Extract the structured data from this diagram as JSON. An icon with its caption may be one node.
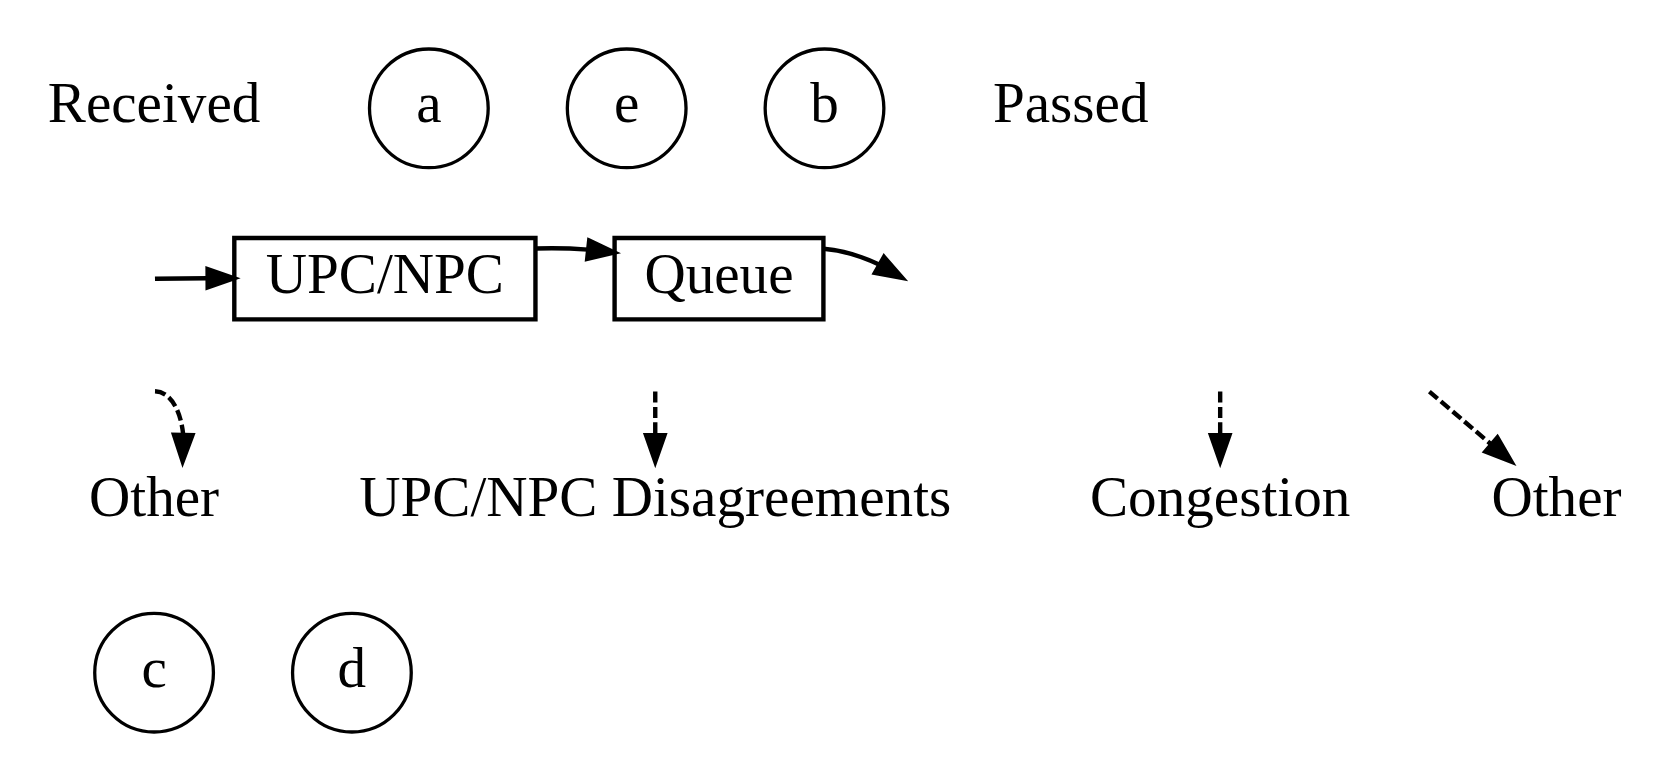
{
  "diagram": {
    "nodes": [
      {
        "text": [
          "a"
        ]
      },
      {
        "text": [
          "UPC/NPC"
        ]
      },
      {
        "text": [
          "e"
        ]
      },
      {
        "text": [
          "Queue"
        ]
      },
      {
        "text": [
          "b"
        ]
      },
      {
        "text": [
          "Other"
        ]
      },
      {
        "text": [
          "UPC/NPC Disagreements"
        ]
      },
      {
        "text": [
          "c"
        ]
      },
      {
        "text": [
          "Congestion"
        ]
      },
      {
        "text": [
          "d"
        ]
      },
      {
        "text": [
          "Other"
        ]
      }
    ],
    "edges": [
      {
        "from": null,
        "to": 1,
        "arrow": "to"
      },
      {
        "from": 1,
        "to": 3,
        "arrow": "to"
      },
      {
        "from": 3,
        "to": null,
        "arrow": "to"
      },
      {
        "from": null,
        "to": 5,
        "arrow": "to",
        "style": "dashed"
      },
      {
        "from": null,
        "to": 6,
        "arrow": "to",
        "style": "dashed"
      },
      {
        "from": null,
        "to": 8,
        "arrow": "to",
        "style": "dashed"
      },
      {
        "from": null,
        "to": 10,
        "arrow": "to",
        "style": "dashed"
      }
    ],
    "labels": [
      "Received",
      "Passed"
    ]
  }
}
